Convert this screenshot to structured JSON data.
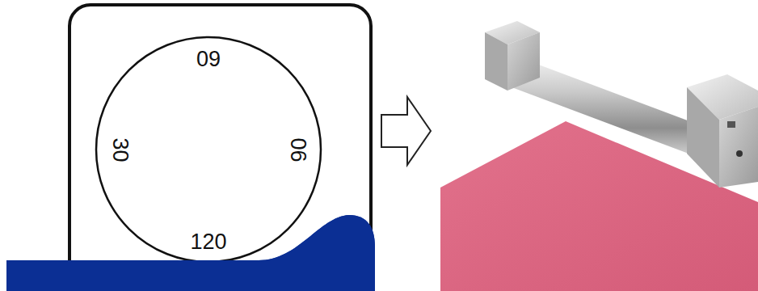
{
  "diagram": {
    "nodes": [
      {
        "text": [
          "09",
          "30",
          "06",
          "120"
        ]
      }
    ]
  }
}
